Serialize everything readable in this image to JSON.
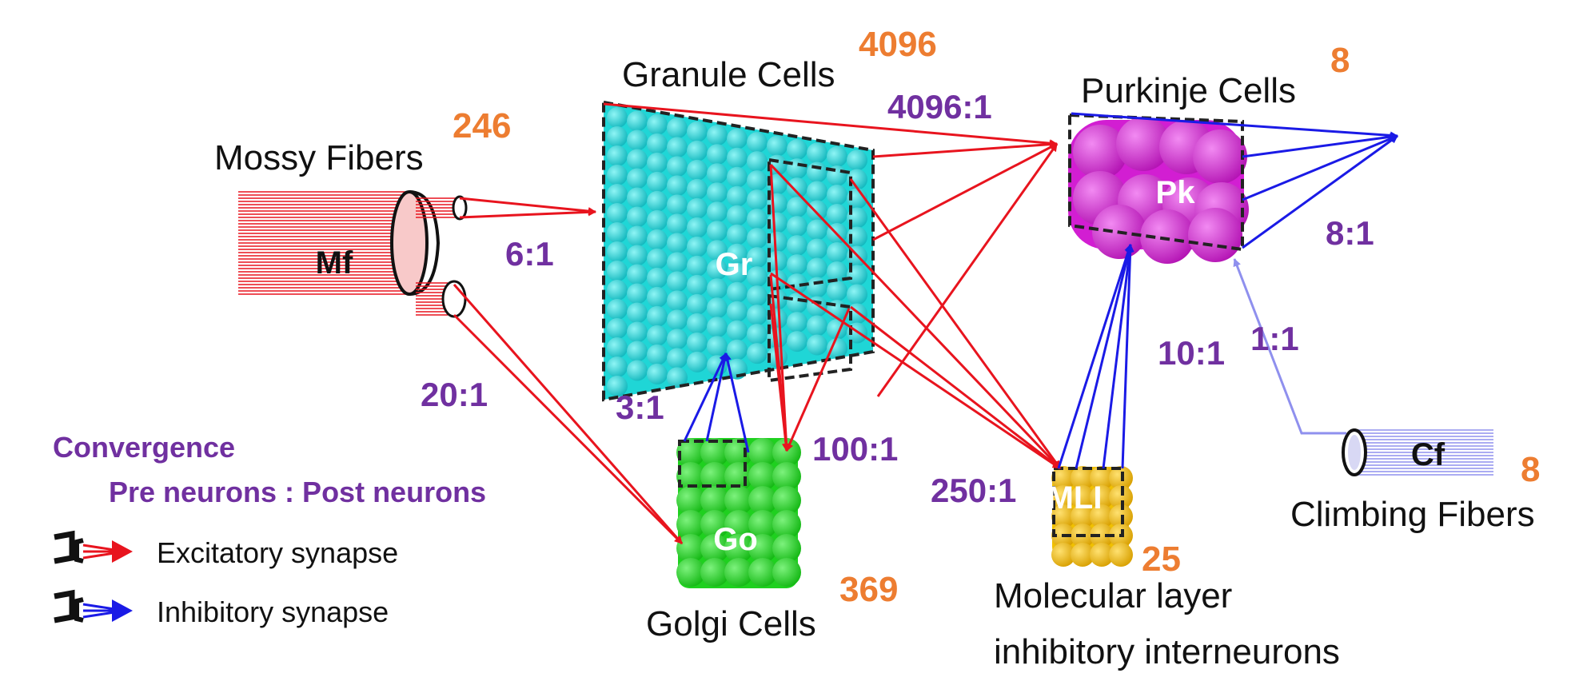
{
  "colors": {
    "excitatory": "#E8141E",
    "inhibitory": "#1A1AE6",
    "climbing": "#8F90EE",
    "count": "#ED7D31",
    "ratio": "#7030A0",
    "granule": "#1FD6D6",
    "golgi": "#1FD01F",
    "purkinje": "#D21ED2",
    "mli": "#F0C000"
  },
  "cells": {
    "mossy": {
      "label": "Mossy Fibers",
      "abbr": "Mf",
      "count": "246"
    },
    "granule": {
      "label": "Granule Cells",
      "abbr": "Gr",
      "count": "4096"
    },
    "purkinje": {
      "label": "Purkinje Cells",
      "abbr": "Pk",
      "count": "8"
    },
    "golgi": {
      "label": "Golgi Cells",
      "abbr": "Go",
      "count": "369"
    },
    "mli": {
      "label_line1": "Molecular layer",
      "label_line2": "inhibitory interneurons",
      "abbr": "MLI",
      "count": "25"
    },
    "climbing": {
      "label": "Climbing Fibers",
      "abbr": "Cf",
      "count": "8"
    }
  },
  "ratios": {
    "mf_gr": "6:1",
    "mf_go": "20:1",
    "gr_pk": "4096:1",
    "go_gr": "3:1",
    "gr_go": "100:1",
    "gr_mli": "250:1",
    "mli_pk": "10:1",
    "cf_pk": "1:1",
    "pk_out": "8:1"
  },
  "legend": {
    "title": "Convergence",
    "subtitle": "Pre neurons : Post neurons",
    "excitatory": "Excitatory synapse",
    "inhibitory": "Inhibitory synapse"
  }
}
